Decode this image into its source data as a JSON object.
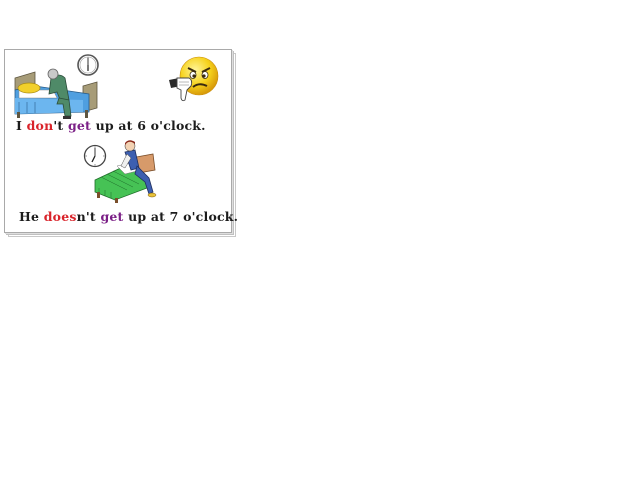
{
  "slide": {
    "sentences": [
      {
        "subject": "I ",
        "negative_stem": "do",
        "negative_highlight": "don",
        "negative_rest": "'t ",
        "verb": "get",
        "rest": " up at 6 o'clock."
      },
      {
        "subject": "He ",
        "negative_highlight": "does",
        "negative_rest": "n't ",
        "verb": "get",
        "rest": " up at 7 o'clock."
      }
    ],
    "illustrations": [
      {
        "name": "old-man-getting-out-of-bed",
        "clock_time": "6:00"
      },
      {
        "name": "angry-face-thumbs-down"
      },
      {
        "name": "boy-getting-out-of-bed",
        "clock_time": "7:00"
      }
    ],
    "colors": {
      "text": "#1c1c1c",
      "negative": "#d9232a",
      "verb": "#7b1f86",
      "background": "#ffffff",
      "card_border": "#a9a9a9"
    }
  }
}
